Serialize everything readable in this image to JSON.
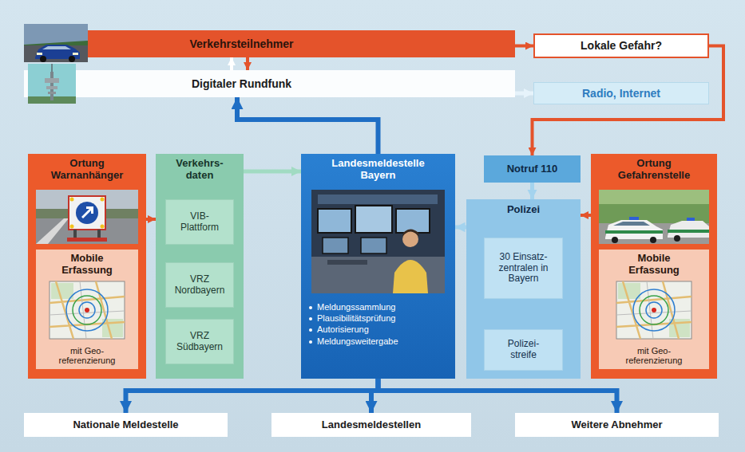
{
  "diagram": {
    "nodes": [
      {
        "text": [
          "Verkehrsteilnehmer"
        ]
      },
      {
        "text": [
          "Lokale Gefahr?"
        ]
      },
      {
        "text": [
          "Digitaler Rundfunk"
        ]
      },
      {
        "text": [
          "Radio, Internet"
        ]
      },
      {
        "text": [
          "Ortung Warnanhänger"
        ]
      },
      {
        "text": [
          "Mobile Erfassung",
          "mit Geo- referenzierung"
        ],
        "in": 4
      },
      {
        "text": [
          "Verkehrs- daten"
        ]
      },
      {
        "text": [
          "VIB- Plattform"
        ],
        "in": 6
      },
      {
        "text": [
          "VRZ Nordbayern"
        ],
        "in": 6
      },
      {
        "text": [
          "VRZ Südbayern"
        ],
        "in": 6
      },
      {
        "text": [
          "Landesmeldestelle Bayern",
          "Meldungssammlung",
          "Plausibilitätsprüfung",
          "Autorisierung",
          "Meldungsweitergabe"
        ]
      },
      {
        "text": [
          "Notruf 110"
        ]
      },
      {
        "text": [
          "Polizei"
        ]
      },
      {
        "text": [
          "30 Einsatz- zentralen in Bayern"
        ],
        "in": 12
      },
      {
        "text": [
          "Polizei- streife"
        ],
        "in": 12
      },
      {
        "text": [
          "Ortung Gefahrenstelle"
        ]
      },
      {
        "text": [
          "Mobile Erfassung",
          "mit Geo- referenzierung"
        ],
        "in": 15
      },
      {
        "text": [
          "Nationale Meldestelle"
        ]
      },
      {
        "text": [
          "Landesmeldestellen"
        ]
      },
      {
        "text": [
          "Weitere Abnehmer"
        ]
      }
    ],
    "edges": [
      {
        "from": 0,
        "to": 1,
        "arrow": "to"
      },
      {
        "from": 1,
        "to": 11,
        "arrow": "to"
      },
      {
        "from": 2,
        "to": 0,
        "arrow": "to"
      },
      {
        "from": 0,
        "to": 2,
        "arrow": "to"
      },
      {
        "from": 2,
        "to": 3,
        "arrow": "to"
      },
      {
        "from": 10,
        "to": 2,
        "arrow": "to"
      },
      {
        "from": 4,
        "to": 6,
        "arrow": "to"
      },
      {
        "from": 6,
        "to": 10,
        "arrow": "to"
      },
      {
        "from": 11,
        "to": 12,
        "arrow": "to"
      },
      {
        "from": 14,
        "to": 13,
        "arrow": "to"
      },
      {
        "from": 12,
        "to": 10,
        "arrow": "to"
      },
      {
        "from": 15,
        "to": 12,
        "arrow": "to"
      },
      {
        "from": 10,
        "to": 17,
        "arrow": "to"
      },
      {
        "from": 10,
        "to": 18,
        "arrow": "to"
      },
      {
        "from": 10,
        "to": 19,
        "arrow": "to"
      }
    ]
  }
}
